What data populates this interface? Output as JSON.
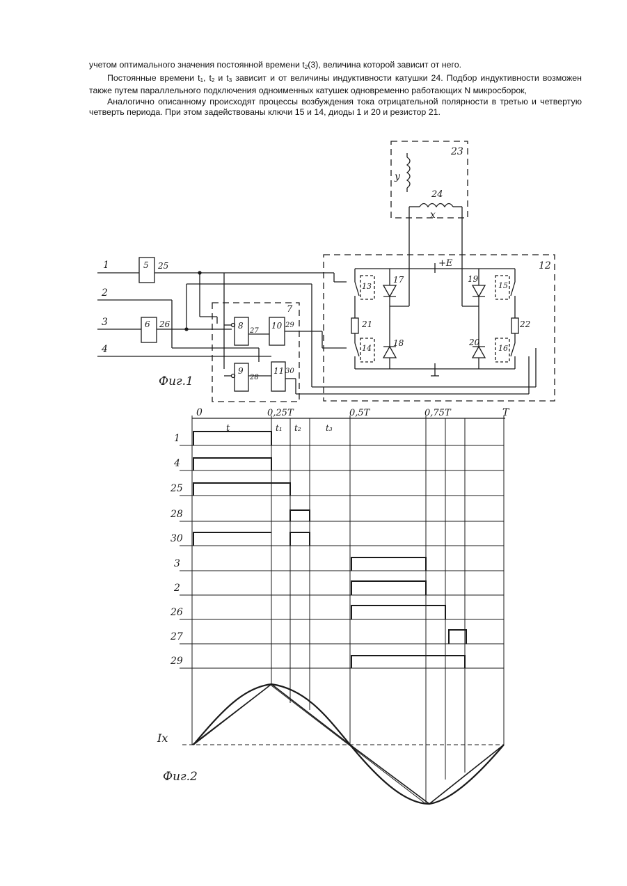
{
  "text": {
    "line1": "учетом оптимального значения постоянной времени t",
    "line1_sub": "2",
    "line1_end": "(3), величина которой зависит от него.",
    "p2_a": "Постоянные времени t",
    "p2_s1": "1",
    "p2_b": ", t",
    "p2_s2": "2",
    "p2_c": " и t",
    "p2_s3": "3",
    "p2_d": " зависит и от величины индуктивности катушки 24. Подбор индуктивности возможен также путем параллельного подключения одноименных катушек одновременно работающих N микросборок,",
    "p3": "Аналогично описанному происходят процессы возбуждения тока отрицательной полярности в третью и четвертую четверть периода. При этом задействованы ключи 15 и 14, диоды 1 и 20 и резистор 21."
  },
  "fig1": {
    "caption": "Фиг.1",
    "inputs": [
      "1",
      "2",
      "3",
      "4"
    ],
    "block_labels": [
      "5",
      "6",
      "8",
      "9",
      "10",
      "11"
    ],
    "node_labels": [
      "25",
      "26",
      "27",
      "28",
      "29",
      "30"
    ],
    "switches": [
      "13",
      "14",
      "15",
      "16"
    ],
    "diodes": [
      "17",
      "18",
      "19",
      "20"
    ],
    "resistors": [
      "21",
      "22"
    ],
    "group_labels": [
      "7",
      "12",
      "23"
    ],
    "coil_top": "y",
    "coil_24_num": "24",
    "coil_24_name": "x",
    "supply": "+E"
  },
  "fig2": {
    "caption": "Фиг.2",
    "time_labels": [
      "0",
      "0,25T",
      "0,5T",
      "0,75T",
      "T"
    ],
    "interval_labels": [
      "t",
      "t₁",
      "t₂",
      "t₃"
    ],
    "row_labels": [
      "1",
      "4",
      "25",
      "28",
      "30",
      "3",
      "2",
      "26",
      "27",
      "29"
    ],
    "current_label": "Ix"
  }
}
